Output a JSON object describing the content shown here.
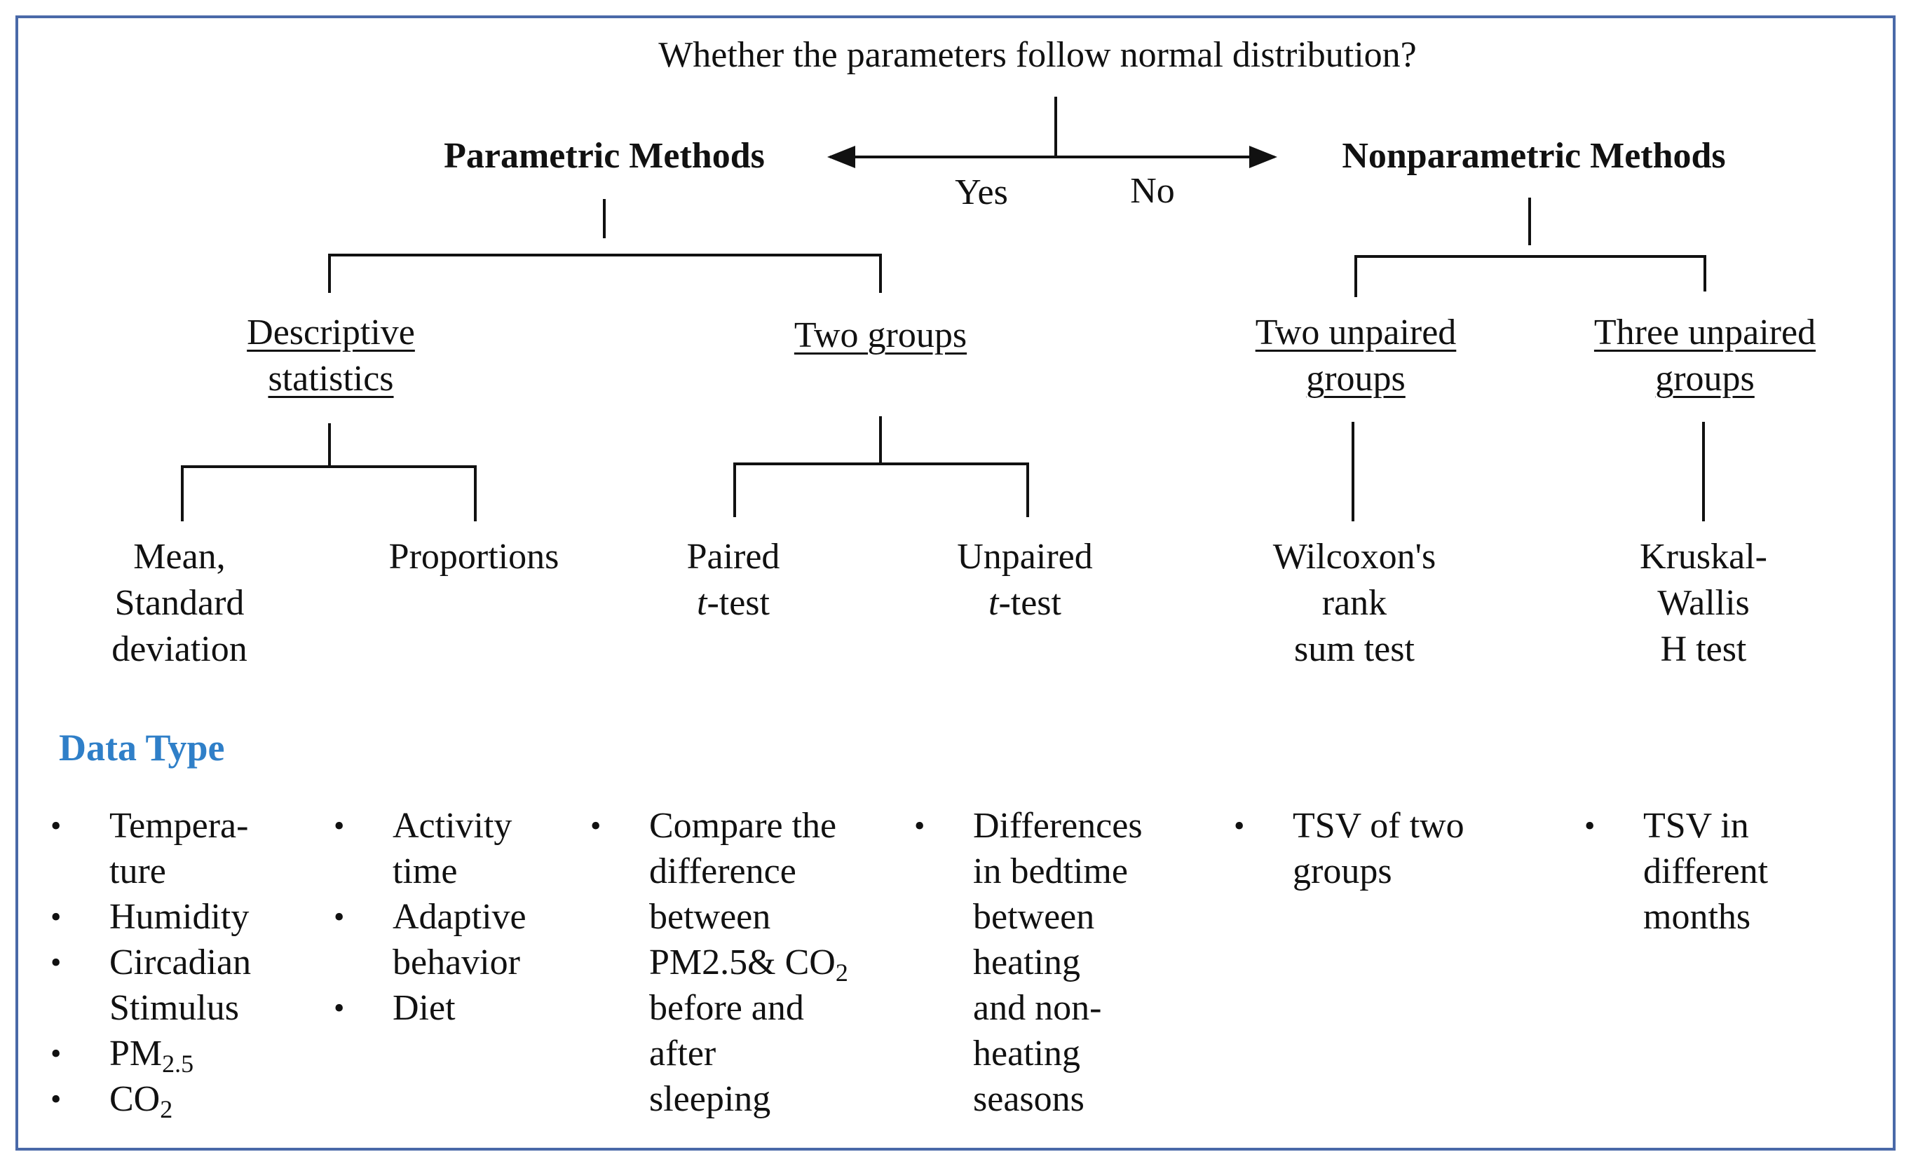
{
  "question": "Whether the parameters follow normal distribution?",
  "branches": {
    "yes_label": "Yes",
    "no_label": "No",
    "parametric": "Parametric Methods",
    "nonparametric": "Nonparametric Methods"
  },
  "parametric": {
    "descriptive": [
      "Descriptive",
      "statistics"
    ],
    "two_groups": "Two groups",
    "mean_sd": [
      "Mean,",
      "Standard",
      "deviation"
    ],
    "proportions": "Proportions",
    "paired": [
      "Paired",
      "t",
      "-test"
    ],
    "unpaired": [
      "Unpaired",
      "t",
      "-test"
    ]
  },
  "nonparametric": {
    "two_unpaired": [
      "Two unpaired",
      "groups"
    ],
    "three_unpaired": [
      "Three unpaired",
      "groups"
    ],
    "wilcoxon": [
      "Wilcoxon's",
      "rank",
      "sum test"
    ],
    "kruskal": [
      "Kruskal-",
      "Wallis",
      "H test"
    ]
  },
  "data_type": {
    "heading": "Data Type",
    "bullet": "•",
    "col1": [
      "Tempera-",
      "ture",
      "Humidity",
      "Circadian",
      "Stimulus",
      "PM",
      "2.5",
      "CO",
      "2"
    ],
    "col2": [
      "Activity",
      "time",
      "Adaptive",
      "behavior",
      "Diet"
    ],
    "col3": [
      "Compare the",
      "difference",
      "between",
      "PM2.5& CO",
      "2",
      "before and",
      "after",
      "sleeping"
    ],
    "col4": [
      "Differences",
      "in bedtime",
      "between",
      "heating",
      "and non-",
      "heating",
      "seasons"
    ],
    "col5": [
      "TSV of two",
      "groups"
    ],
    "col6": [
      "TSV in",
      "different",
      "months"
    ]
  },
  "colors": {
    "frame": "#4a69a8",
    "heading": "#2f7fc8",
    "text": "#111111"
  }
}
